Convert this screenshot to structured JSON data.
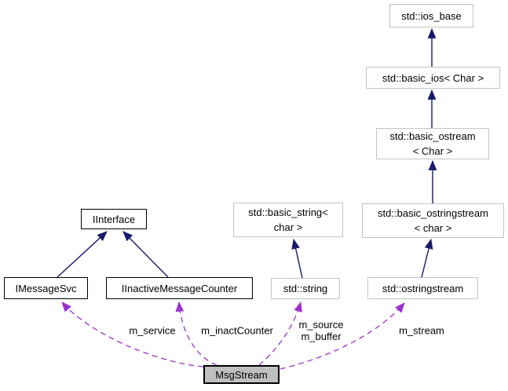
{
  "diagram": {
    "type": "uml-collaboration-diagram",
    "focus_class": "MsgStream",
    "nodes": {
      "ios_base": {
        "label": "std::ios_base"
      },
      "basic_ios": {
        "label": "std::basic_ios< Char >"
      },
      "basic_ostream": {
        "label": "std::basic_ostream\n< Char >"
      },
      "basic_ostringstream": {
        "label": "std::basic_ostringstream\n< char >"
      },
      "ostringstream": {
        "label": "std::ostringstream"
      },
      "basic_string": {
        "label": "std::basic_string<\nchar >"
      },
      "string": {
        "label": "std::string"
      },
      "IInterface": {
        "label": "IInterface"
      },
      "IMessageSvc": {
        "label": "IMessageSvc"
      },
      "IInactiveMessageCounter": {
        "label": "IInactiveMessageCounter"
      },
      "MsgStream": {
        "label": "MsgStream"
      }
    },
    "edge_labels": {
      "m_service": "m_service",
      "m_inactCounter": "m_inactCounter",
      "m_source_m_buffer": "m_source\nm_buffer",
      "m_stream": "m_stream"
    },
    "colors": {
      "inheritance_arrow": "#191970",
      "dependency_arrow": "#9a32cd",
      "external_node_border": "#c4c4c4",
      "documented_node_border": "#000000",
      "focus_node_fill": "#bfbfbf",
      "node_fill": "#ffffff",
      "text": "#000000",
      "background": "#ffffff"
    }
  }
}
